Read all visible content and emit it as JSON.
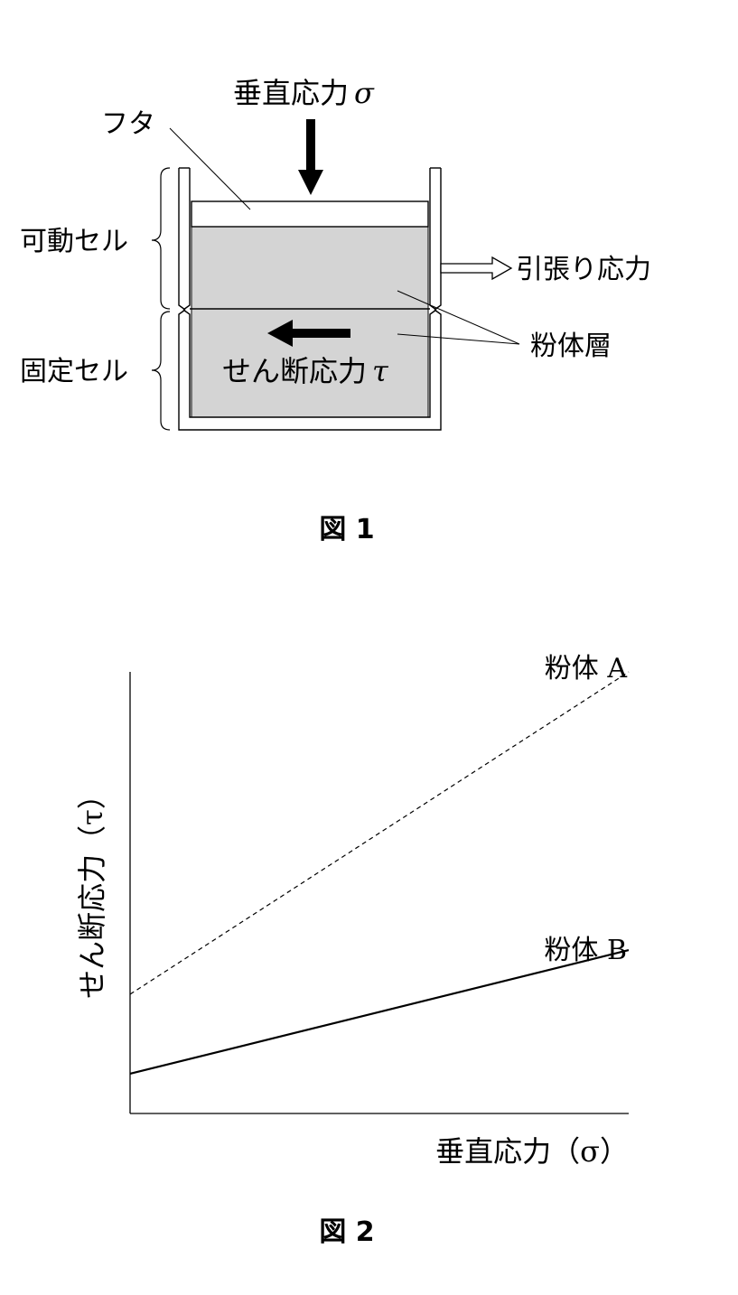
{
  "figure1": {
    "caption": "図 1",
    "labels": {
      "lid": "フタ",
      "normal_stress": "垂直応力",
      "normal_stress_symbol": "σ",
      "movable_cell": "可動セル",
      "fixed_cell": "固定セル",
      "tensile_stress": "引張り応力",
      "powder_layer": "粉体層",
      "shear_stress": "せん断応力",
      "shear_stress_symbol": "τ"
    },
    "colors": {
      "powder": "#d4d4d4",
      "line": "#000000"
    }
  },
  "figure2": {
    "caption": "図 2",
    "chart_data": {
      "type": "line",
      "xlabel": "垂直応力（σ）",
      "ylabel": "せん断応力（τ）",
      "xlim": [
        0,
        1
      ],
      "ylim": [
        0,
        1
      ],
      "grid": false,
      "series": [
        {
          "name": "粉体 A",
          "style": "dashed",
          "x": [
            0,
            1
          ],
          "y": [
            0.27,
            1.0
          ]
        },
        {
          "name": "粉体 B",
          "style": "solid",
          "x": [
            0,
            1
          ],
          "y": [
            0.09,
            0.37
          ]
        }
      ]
    }
  }
}
